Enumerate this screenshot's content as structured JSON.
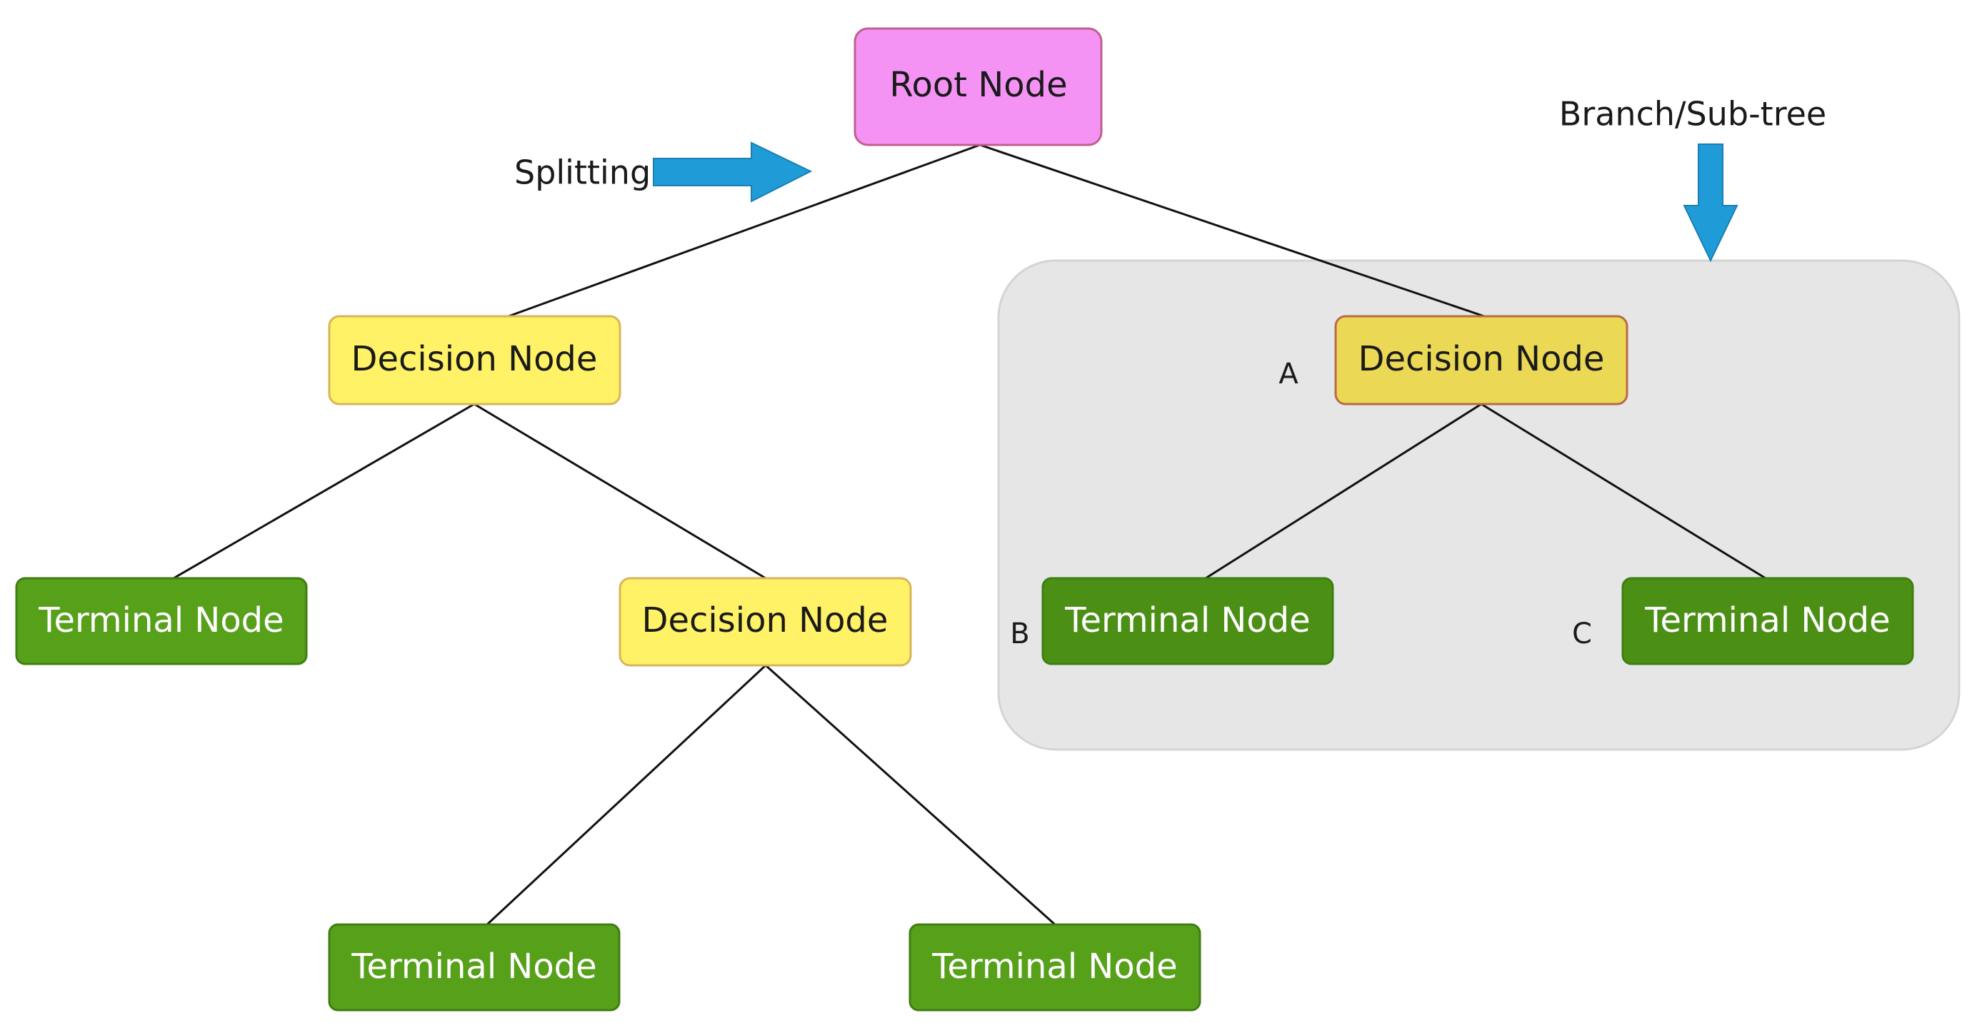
{
  "colors": {
    "root_fill": "#f593f5",
    "root_stroke": "#c0608c",
    "decision_fill": "#fff266",
    "decision_stroke": "#d9b55a",
    "decision_sub_fill": "#ebd855",
    "decision_sub_stroke": "#b86a4a",
    "terminal_fill": "#57a01a",
    "terminal_sub_fill": "#4b9014",
    "terminal_stroke": "#3f7e12",
    "node_text_dark": "#1a1a1a",
    "node_text_light": "#ffffff",
    "subtree_fill": "#e6e6e6",
    "subtree_stroke": "#d4d4d4",
    "arrow": "#1f9bd7"
  },
  "nodes": {
    "root": {
      "label": "Root Node"
    },
    "decision_left": {
      "label": "Decision Node"
    },
    "decision_mid": {
      "label": "Decision Node"
    },
    "decision_right": {
      "label": "Decision Node",
      "tag": "A"
    },
    "terminal_left": {
      "label": "Terminal Node"
    },
    "terminal_bottom_left": {
      "label": "Terminal Node"
    },
    "terminal_bottom_right": {
      "label": "Terminal Node"
    },
    "terminal_b": {
      "label": "Terminal Node",
      "tag": "B"
    },
    "terminal_c": {
      "label": "Terminal Node",
      "tag": "C"
    }
  },
  "annotations": {
    "splitting": "Splitting",
    "branch": "Branch/Sub-tree"
  }
}
